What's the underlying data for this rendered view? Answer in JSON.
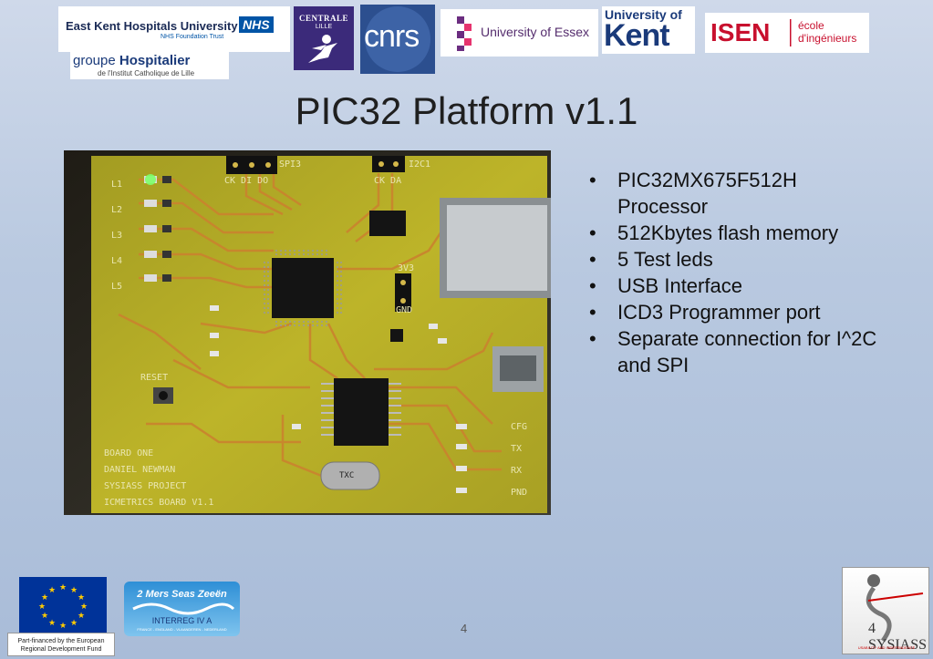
{
  "logos": {
    "ekh": {
      "name": "East Kent Hospitals University",
      "nhs": "NHS",
      "sub": "NHS Foundation Trust"
    },
    "ghl": {
      "name_a": "groupe ",
      "name_b": "Hospitalier",
      "sub": "de l'Institut Catholique de Lille"
    },
    "centrale": {
      "line1": "CENTRALE",
      "line2": "LILLE"
    },
    "cnrs": {
      "name": "cnrs"
    },
    "essex": {
      "name": "University of Essex"
    },
    "kent": {
      "line1": "University of",
      "line2": "Kent"
    },
    "isen": {
      "name": "ISEN",
      "line1": "école",
      "line2": "d'ingénieurs"
    }
  },
  "slide": {
    "title": "PIC32 Platform v1.1",
    "bullets": [
      "PIC32MX675F512H Processor",
      "512Kbytes flash memory",
      "5 Test leds",
      "USB Interface",
      "ICD3 Programmer port",
      "Separate connection for I^2C and SPI"
    ],
    "page_number": "4"
  },
  "board_silkscreen": {
    "leds": [
      "L1",
      "L2",
      "L3",
      "L4",
      "L5"
    ],
    "spi": "SPI3",
    "spi_pins": "CK DI DO",
    "i2c": "I2C1",
    "i2c_pins": "CK DA",
    "v33": "3V3",
    "gnd": "GND",
    "reset": "RESET",
    "crystal": "TXC",
    "usb_labels": [
      "CFG",
      "TX",
      "RX",
      "PND"
    ],
    "credits": [
      "BOARD ONE",
      "DANIEL NEWMAN",
      "SYSIASS PROJECT",
      "ICMETRICS BOARD V1.1"
    ]
  },
  "footer": {
    "eu_caption": "Part-financed by the European Regional Development Fund",
    "interreg": {
      "line1": "2 Mers Seas Zeeën",
      "line2": "INTERREG IV A",
      "line3": "FRANCE - ENGLAND - VLAANDEREN - NEDERLAND"
    },
    "sysiass": {
      "name": "4 SYSIASS",
      "tagline": "USABILITY AND INDEPENDENCE"
    }
  },
  "colors": {
    "board": "#bdb429",
    "trace": "#c9852e",
    "nhs_blue": "#0054a6",
    "isen_red": "#c8102e",
    "eu_blue": "#003399"
  }
}
